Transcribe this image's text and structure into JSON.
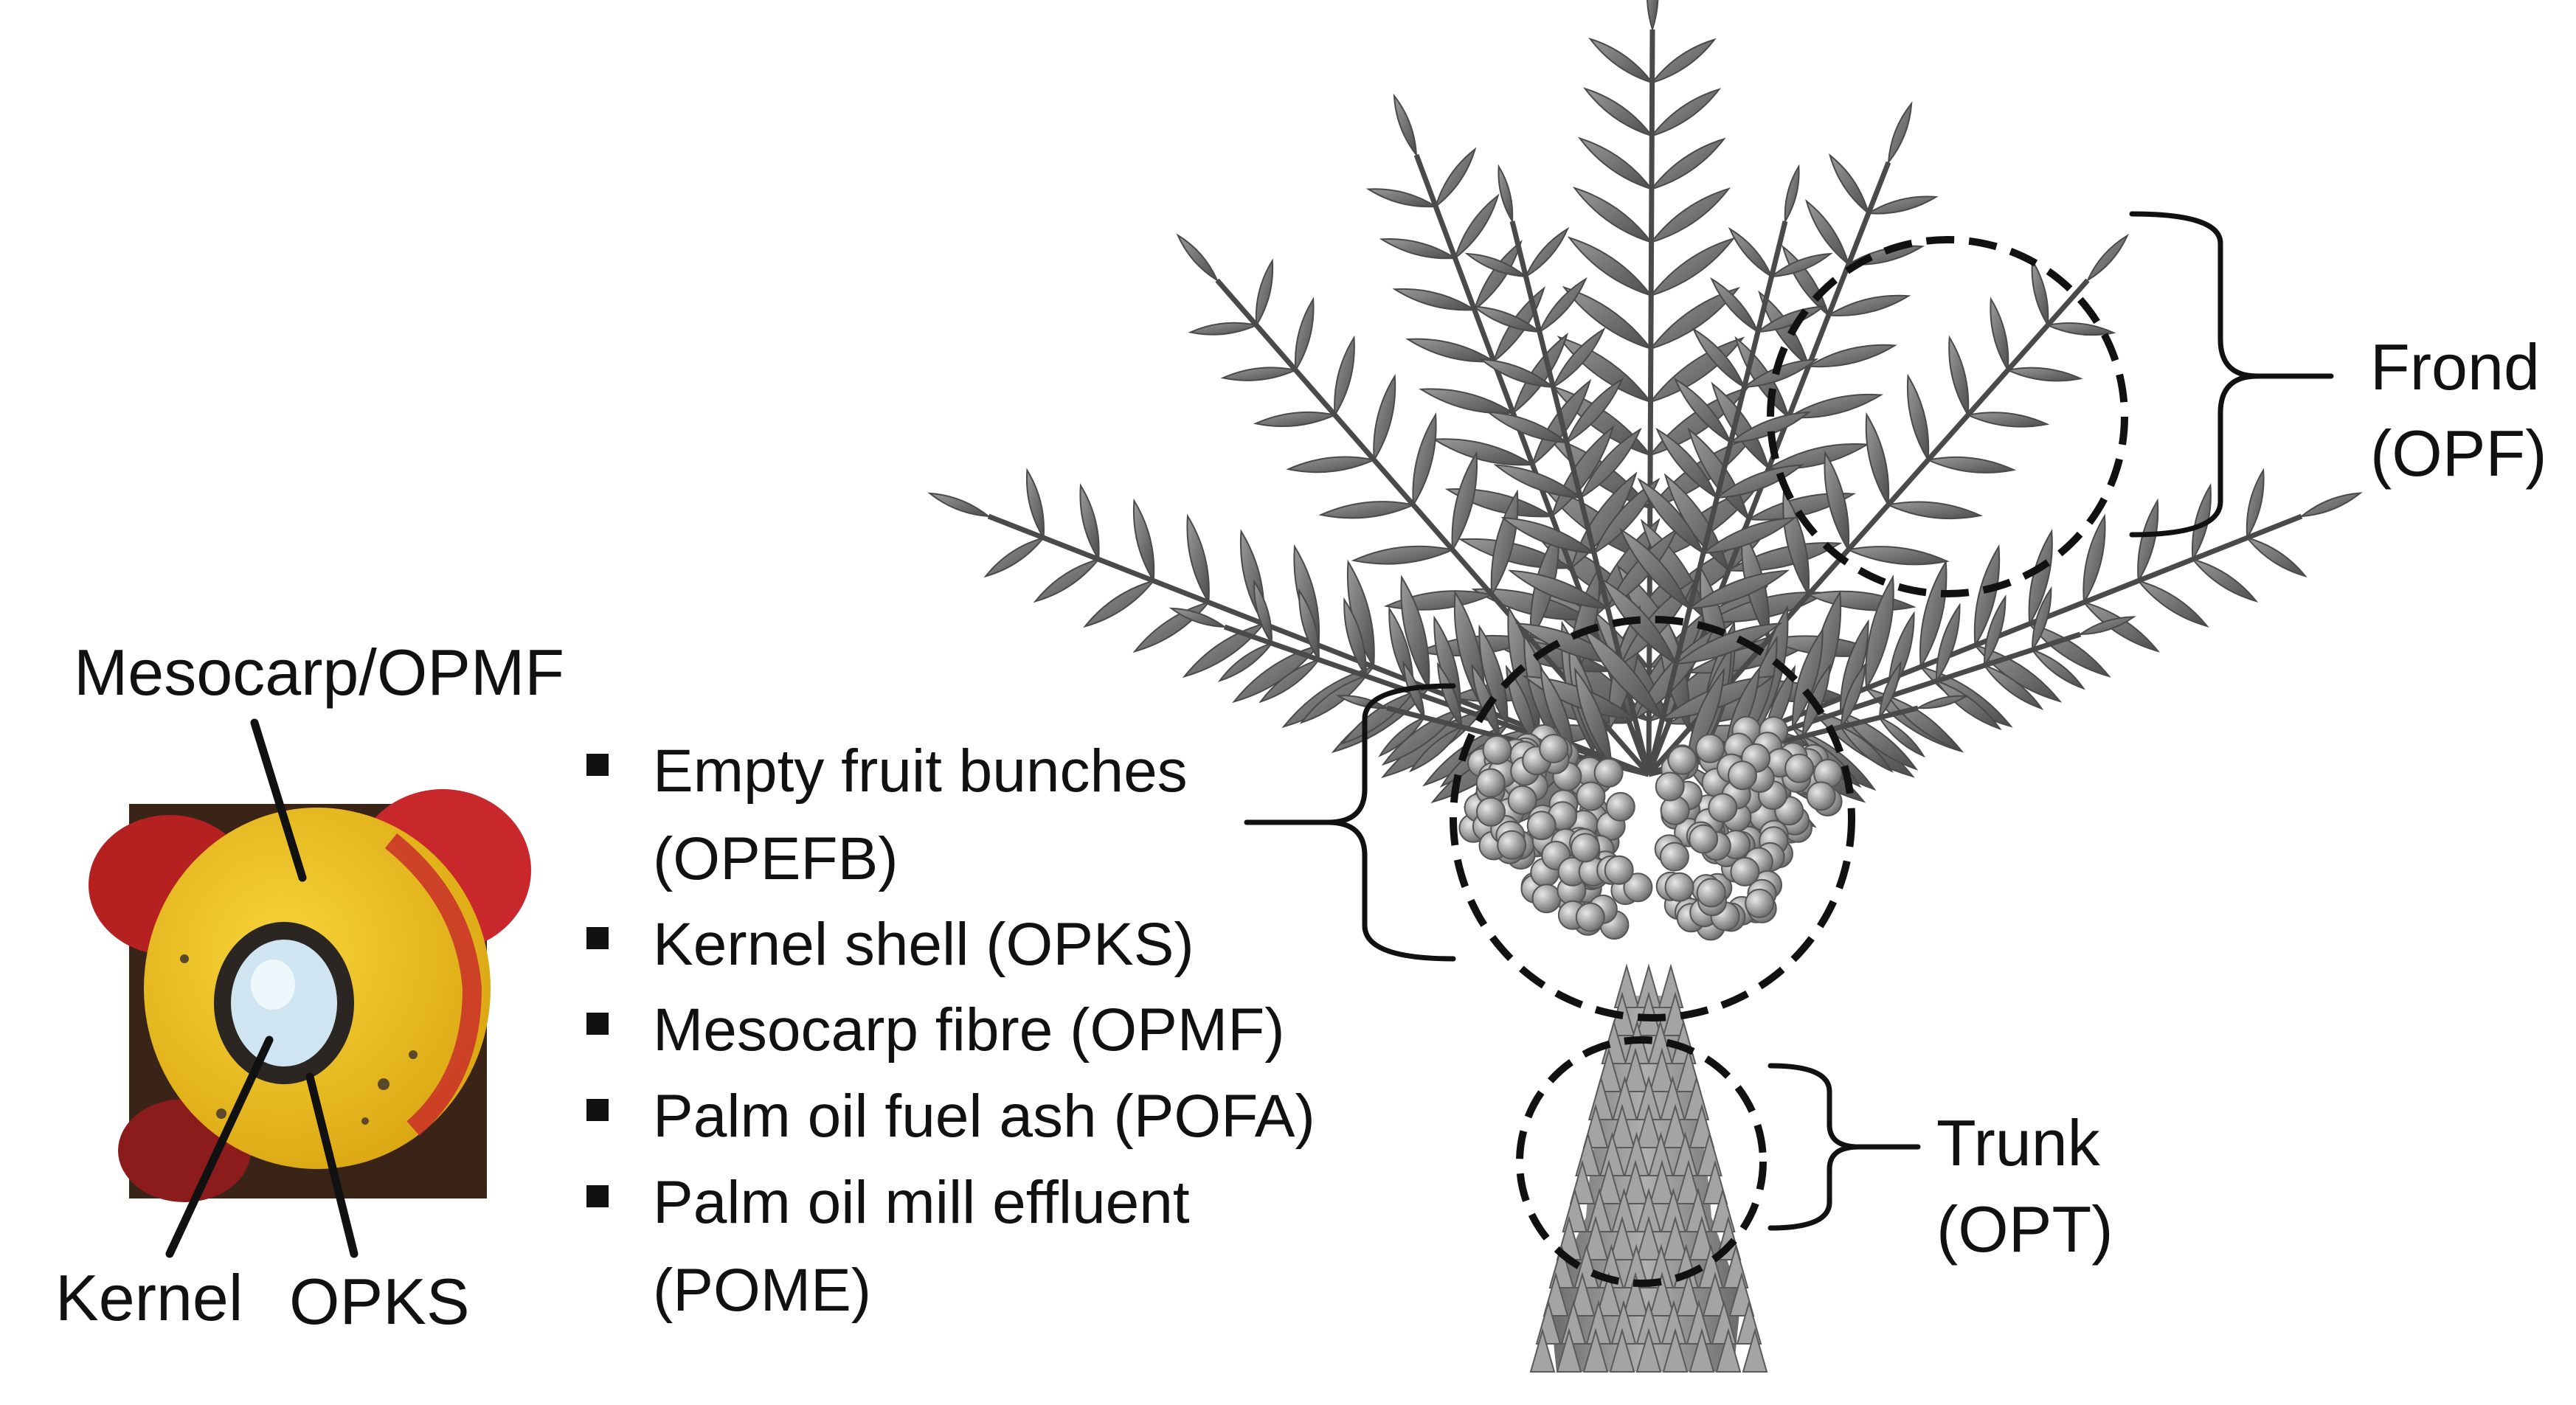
{
  "fruit": {
    "labels": {
      "mesocarp": "Mesocarp/OPMF",
      "kernel": "Kernel",
      "shell": "OPKS"
    },
    "colors": {
      "flesh": "#f2c417",
      "skin": "#c8272b",
      "kernel": "#cfe6f2"
    }
  },
  "biomass_list": [
    "Empty fruit bunches",
    "(OPEFB)",
    "Kernel shell (OPKS)",
    "Mesocarp fibre (OPMF)",
    "Palm oil fuel ash (POFA)",
    "Palm oil mill effluent",
    "(POME)"
  ],
  "tree": {
    "frond": [
      "Frond",
      "(OPF)"
    ],
    "trunk": [
      "Trunk",
      "(OPT)"
    ],
    "colors": {
      "leaf": "#6e6e6e",
      "leaf_dark": "#4a4a4a",
      "trunk": "#8a8a8a"
    }
  }
}
